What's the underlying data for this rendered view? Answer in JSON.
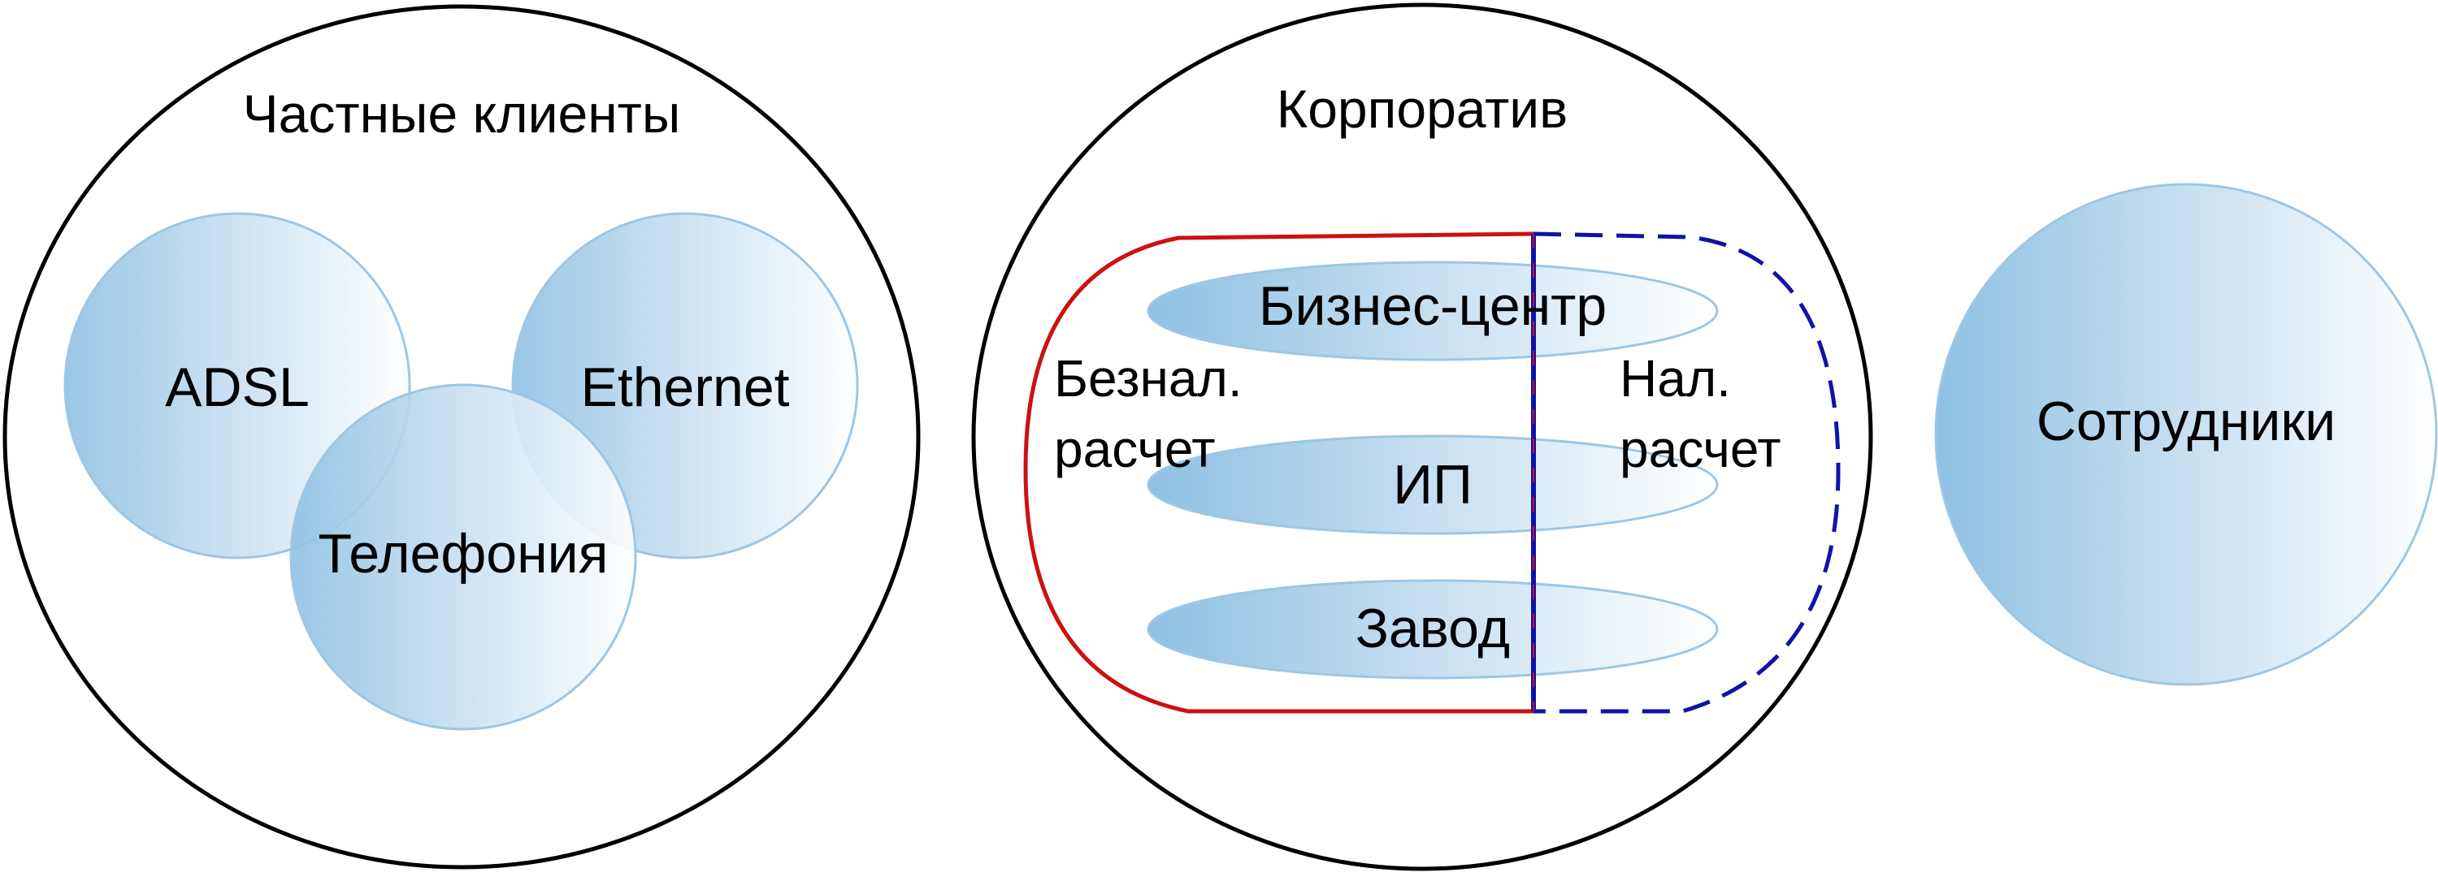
{
  "private_clients": {
    "title": "Частные клиенты",
    "items": {
      "adsl": "ADSL",
      "ethernet": "Ethernet",
      "telephony": "Телефония"
    }
  },
  "corporate": {
    "title": "Корпоратив",
    "items": {
      "business_center": "Бизнес-центр",
      "ip": "ИП",
      "factory": "Завод"
    },
    "cashless": {
      "line1": "Безнал.",
      "line2": "расчет"
    },
    "cash": {
      "line1": "Нал.",
      "line2": "расчет"
    }
  },
  "employees": {
    "title": "Сотрудники"
  },
  "colors": {
    "outline": "#000000",
    "cashless_border": "#cc1111",
    "cash_border": "#1111aa",
    "fill_start": "#8fc0e3",
    "fill_end": "#ffffff",
    "fill_stroke": "#9ec6e4"
  }
}
